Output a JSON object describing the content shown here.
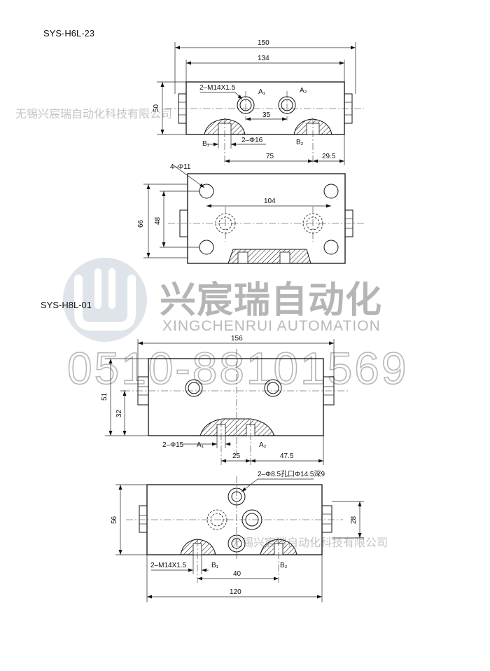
{
  "titles": {
    "model_1": "SYS-H6L-23",
    "model_2": "SYS-H8L-01"
  },
  "watermark": {
    "company_cn": "无锡兴宸瑞自动化科技有限公司",
    "brand_cn": "兴宸瑞自动化",
    "brand_en": "XINGCHENRUI AUTOMATION",
    "phone": "0510-88101569",
    "company_cn_partial": "无锡兴宸瑞自动化科技有限公司"
  },
  "view1": {
    "overall_width": "150",
    "body_width": "134",
    "height": "50",
    "thread": "2–M14X1.5",
    "port_a1": "A₁",
    "port_a2": "A₂",
    "port_spacing": "35",
    "port_b1": "B₁",
    "port_b2": "B₂",
    "bore": "2–Φ16",
    "dim_75": "75",
    "dim_29_5": "29.5"
  },
  "view2": {
    "mount_holes": "4–Φ11",
    "hole_spacing": "104",
    "height_66": "66",
    "height_48": "48"
  },
  "view3": {
    "width": "156",
    "height_51": "51",
    "height_32": "32",
    "bore": "2–Φ15",
    "port_a1": "A₁",
    "port_a2": "A₂",
    "dim_25": "25",
    "dim_47_5": "47.5"
  },
  "view4": {
    "callout": "2–Φ8.5孔口Φ14.5深9",
    "height_56": "56",
    "height_28": "28",
    "thread": "2–M14X1.5",
    "port_b1": "B₁",
    "port_b2": "B₂",
    "dim_40": "40",
    "dim_120": "120"
  }
}
